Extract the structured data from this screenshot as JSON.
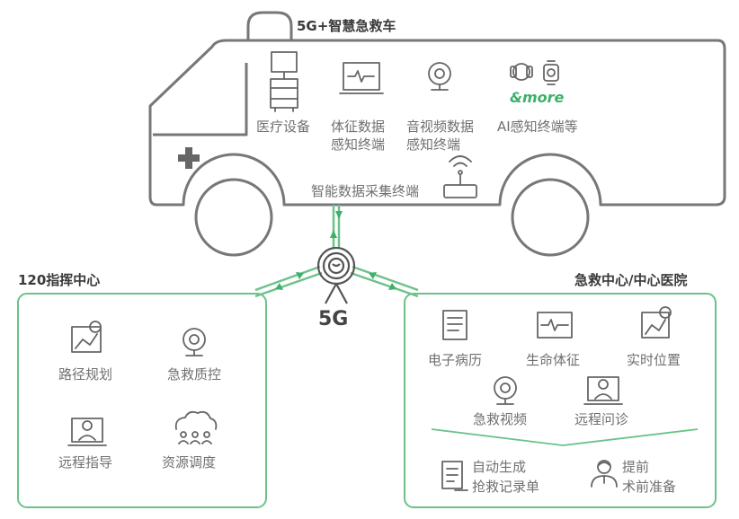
{
  "ambulance": {
    "title": "5G+智慧急救车",
    "items": [
      {
        "line1": "医疗设备",
        "line2": "",
        "icon": "medical-equipment-icon"
      },
      {
        "line1": "体征数据",
        "line2": "感知终端",
        "icon": "vital-monitor-icon"
      },
      {
        "line1": "音视频数据",
        "line2": "感知终端",
        "icon": "camera-icon"
      },
      {
        "line1": "AI感知终端等",
        "line2": "",
        "icon": "ai-devices-icon"
      }
    ],
    "more_label": "&more",
    "collector_label": "智能数据采集终端"
  },
  "hub": {
    "label": "5G"
  },
  "command_center": {
    "title": "120指挥中心",
    "items": [
      {
        "label": "路径规划",
        "icon": "map-route-icon"
      },
      {
        "label": "急救质控",
        "icon": "camera-icon"
      },
      {
        "label": "远程指导",
        "icon": "doctor-screen-icon"
      },
      {
        "label": "资源调度",
        "icon": "cloud-people-icon"
      }
    ]
  },
  "hospital": {
    "title": "急救中心/中心医院",
    "items": [
      {
        "label": "电子病历",
        "icon": "document-icon"
      },
      {
        "label": "生命体征",
        "icon": "vital-monitor-icon"
      },
      {
        "label": "实时位置",
        "icon": "map-route-icon"
      },
      {
        "label": "急救视频",
        "icon": "camera-icon"
      },
      {
        "label": "远程问诊",
        "icon": "doctor-screen-icon"
      }
    ],
    "outputs": [
      {
        "line1": "自动生成",
        "line2": "抢救记录单",
        "icon": "form-icon"
      },
      {
        "line1": "提前",
        "line2": "术前准备",
        "icon": "doctor-icon"
      }
    ]
  },
  "colors": {
    "green": "#6cc28a",
    "arrow": "#3db06a",
    "outline": "#707070",
    "text": "#707070"
  }
}
